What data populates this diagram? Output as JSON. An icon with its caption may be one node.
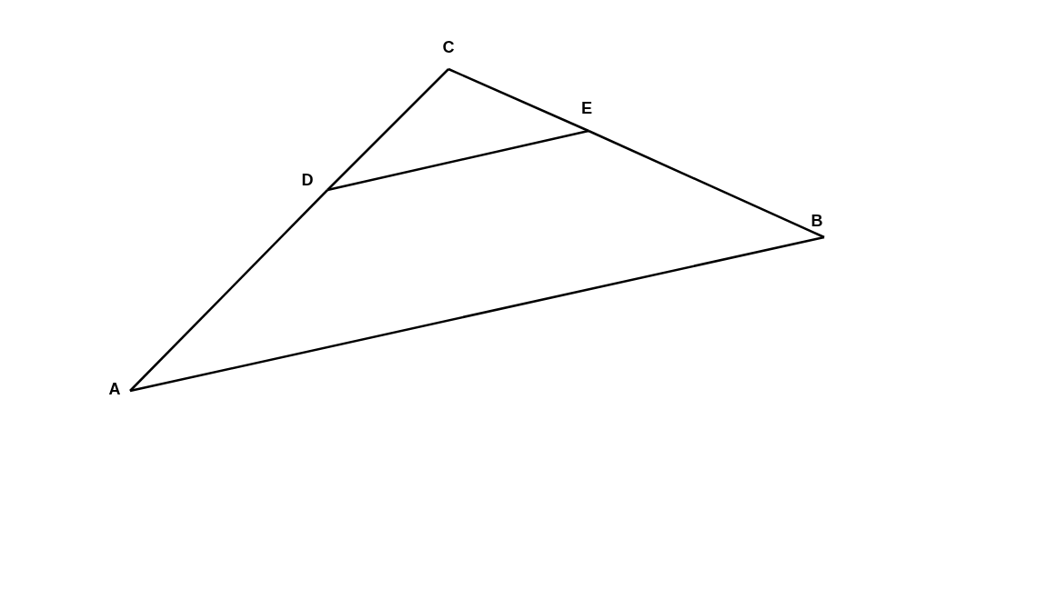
{
  "diagram": {
    "nodes": [
      {
        "text": [
          "C"
        ]
      },
      {
        "text": [
          "E"
        ]
      },
      {
        "text": [
          "D"
        ]
      },
      {
        "text": [
          "B"
        ]
      },
      {
        "text": [
          "A"
        ]
      }
    ],
    "edges": [
      {
        "from": 4,
        "to": 2,
        "arrow": "none"
      },
      {
        "from": 2,
        "to": 0,
        "arrow": "none"
      },
      {
        "from": 0,
        "to": 1,
        "arrow": "none"
      },
      {
        "from": 1,
        "to": 3,
        "arrow": "none"
      },
      {
        "from": 4,
        "to": 3,
        "arrow": "none"
      },
      {
        "from": 2,
        "to": 1,
        "arrow": "none"
      }
    ]
  }
}
